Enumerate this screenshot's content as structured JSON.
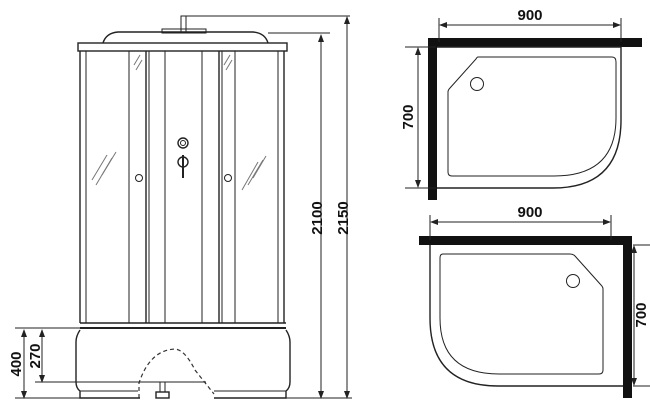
{
  "diagram": {
    "type": "technical-drawing",
    "subject": "shower cabin dimensions",
    "front_view": {
      "dimensions": {
        "total_height": "2150",
        "cabin_height": "2100",
        "tray_height": "400",
        "tray_step_height": "270"
      }
    },
    "plan_view_top": {
      "width": "900",
      "depth": "700",
      "orientation": "left"
    },
    "plan_view_bottom": {
      "width": "900",
      "depth": "700",
      "orientation": "right"
    }
  }
}
